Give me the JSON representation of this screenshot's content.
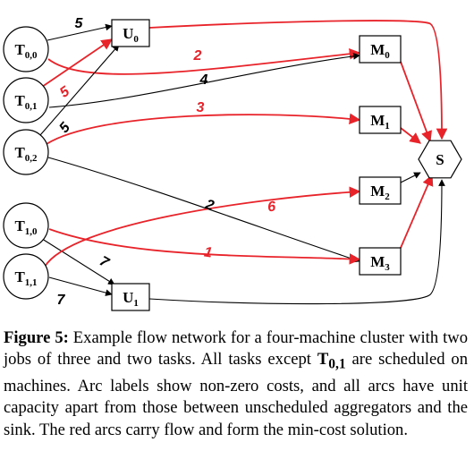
{
  "diagram": {
    "nodes": [
      {
        "id": "T00",
        "kind": "task",
        "text": "T",
        "sub": "0,0"
      },
      {
        "id": "T01",
        "kind": "task",
        "text": "T",
        "sub": "0,1"
      },
      {
        "id": "T02",
        "kind": "task",
        "text": "T",
        "sub": "0,2"
      },
      {
        "id": "T10",
        "kind": "task",
        "text": "T",
        "sub": "1,0"
      },
      {
        "id": "T11",
        "kind": "task",
        "text": "T",
        "sub": "1,1"
      },
      {
        "id": "U0",
        "kind": "aggregator",
        "text": "U",
        "sub": "0"
      },
      {
        "id": "U1",
        "kind": "aggregator",
        "text": "U",
        "sub": "1"
      },
      {
        "id": "M0",
        "kind": "machine",
        "text": "M",
        "sub": "0"
      },
      {
        "id": "M1",
        "kind": "machine",
        "text": "M",
        "sub": "1"
      },
      {
        "id": "M2",
        "kind": "machine",
        "text": "M",
        "sub": "2"
      },
      {
        "id": "M3",
        "kind": "machine",
        "text": "M",
        "sub": "3"
      },
      {
        "id": "S",
        "kind": "sink",
        "text": "S",
        "sub": ""
      }
    ],
    "arcs": [
      {
        "from": "T00",
        "to": "U0",
        "cost": "5",
        "flow": false
      },
      {
        "from": "T00",
        "to": "M0",
        "cost": "2",
        "flow": true
      },
      {
        "from": "T01",
        "to": "U0",
        "cost": "5",
        "flow": true
      },
      {
        "from": "T01",
        "to": "M0",
        "cost": "4",
        "flow": false
      },
      {
        "from": "T02",
        "to": "U0",
        "cost": "5",
        "flow": false
      },
      {
        "from": "T02",
        "to": "M1",
        "cost": "3",
        "flow": true
      },
      {
        "from": "T02",
        "to": "M3",
        "cost": "2",
        "flow": false
      },
      {
        "from": "T10",
        "to": "M3",
        "cost": "1",
        "flow": true
      },
      {
        "from": "T10",
        "to": "U1",
        "cost": "7",
        "flow": false
      },
      {
        "from": "T11",
        "to": "M2",
        "cost": "6",
        "flow": true
      },
      {
        "from": "T11",
        "to": "U1",
        "cost": "7",
        "flow": false
      },
      {
        "from": "U0",
        "to": "S",
        "cost": "",
        "flow": true
      },
      {
        "from": "U1",
        "to": "S",
        "cost": "",
        "flow": false
      },
      {
        "from": "M0",
        "to": "S",
        "cost": "",
        "flow": true
      },
      {
        "from": "M1",
        "to": "S",
        "cost": "",
        "flow": true
      },
      {
        "from": "M2",
        "to": "S",
        "cost": "",
        "flow": false
      },
      {
        "from": "M3",
        "to": "S",
        "cost": "",
        "flow": true
      }
    ],
    "colors": {
      "flow": "#e8232a",
      "normal": "#000000"
    }
  },
  "caption": {
    "label": "Figure 5:",
    "text_1": " Example flow network for a four-machine cluster with two jobs of three and two tasks. All tasks except ",
    "task_letter": "T",
    "task_sub": "0,1",
    "text_2": " are scheduled on machines. Arc labels show non-zero costs, and all arcs have unit capacity apart from those between unscheduled aggregators and the sink. The red arcs carry flow and form the min-cost solution."
  }
}
